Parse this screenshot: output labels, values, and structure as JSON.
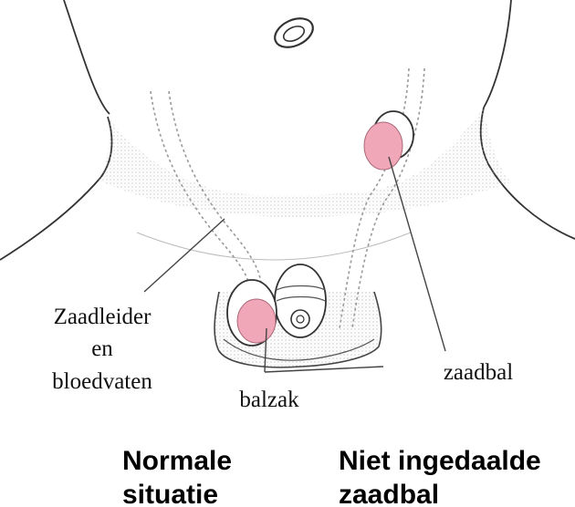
{
  "labels": {
    "vas_deferens_line1": "Zaadleider",
    "vas_deferens_line2": "en",
    "vas_deferens_line3": "bloedvaten",
    "scrotum": "balzak",
    "testicle": "zaadbal"
  },
  "captions": {
    "normal_line1": "Normale",
    "normal_line2": "situatie",
    "undescended_line1": "Niet ingedaalde",
    "undescended_line2": "zaadbal"
  },
  "colors": {
    "testicle_fill": "#f0a8b8",
    "outline": "#333333",
    "texture": "#b8b8b8",
    "leader_line": "#444444"
  }
}
